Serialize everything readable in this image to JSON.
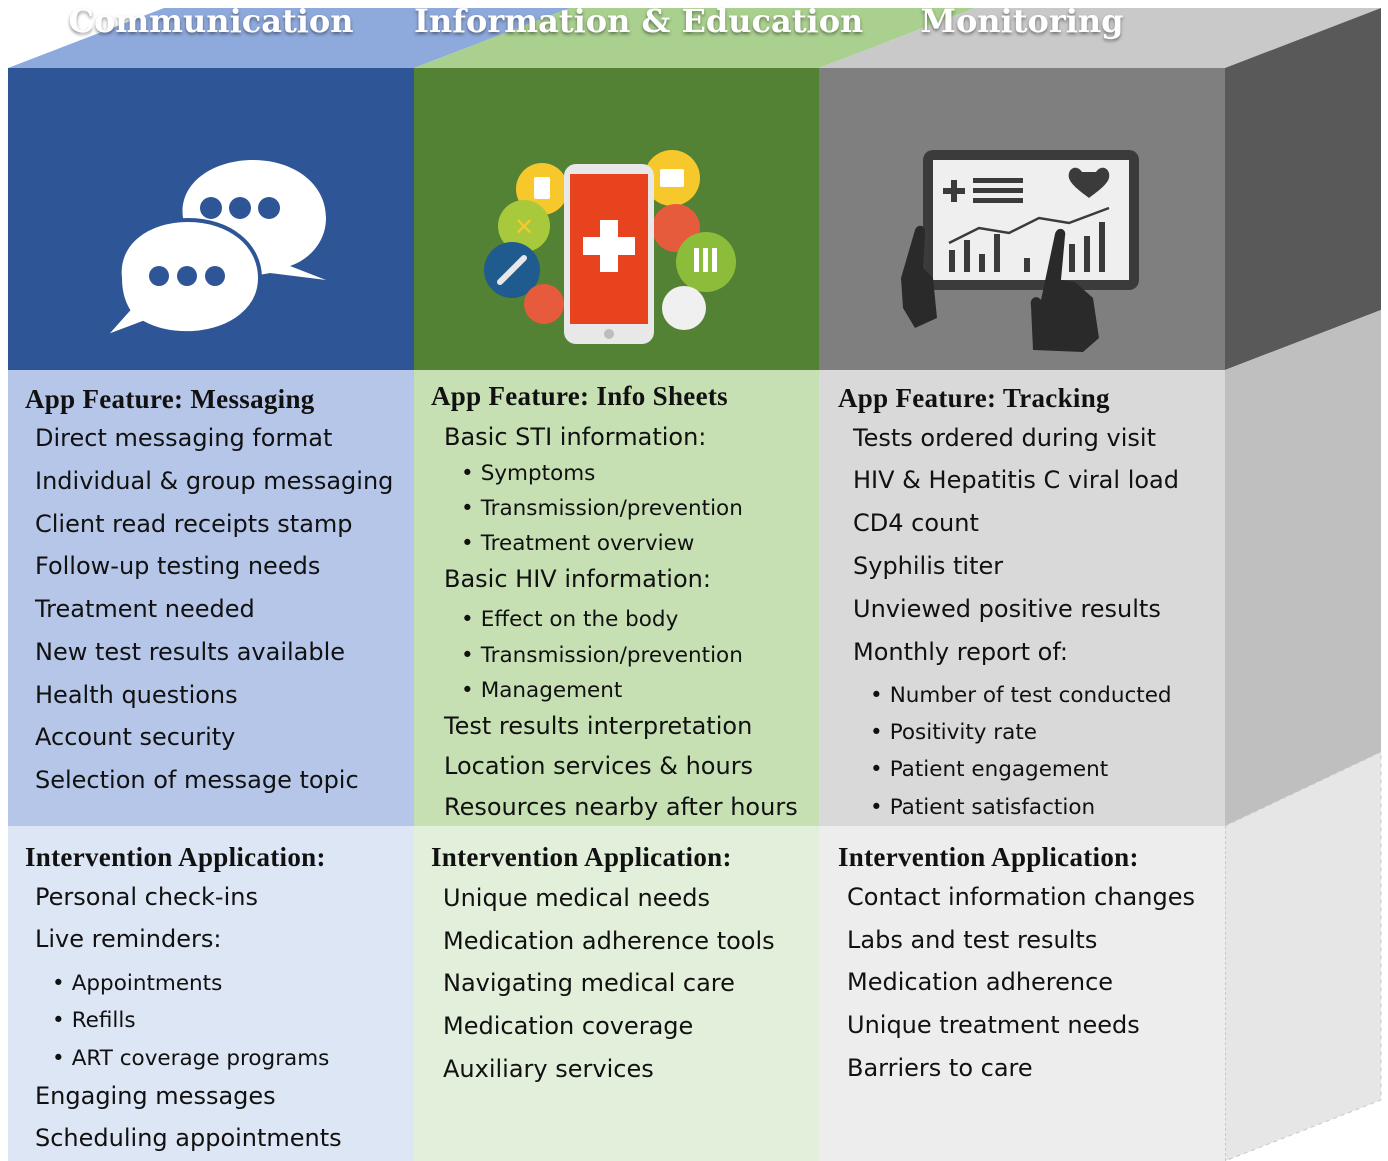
{
  "colors": {
    "communication_header": "#2e5596",
    "communication_top": "#8ea9dc",
    "communication_feature_bg": "#b6c6e8",
    "communication_intervention_bg": "#dde6f5",
    "education_header": "#548235",
    "education_top": "#a9d08e",
    "education_feature_bg": "#c6e0b4",
    "education_intervention_bg": "#e2efda",
    "monitoring_header": "#7f7f7f",
    "monitoring_top": "#c9c9c9",
    "monitoring_feature_bg": "#d9d9d9",
    "monitoring_intervention_bg": "#ededed",
    "side_dark": "#595959",
    "side_mid": "#bfbfbf"
  },
  "columns": {
    "communication": {
      "title": "Communication",
      "icon": "speech-bubbles-icon",
      "feature_title": "App Feature: Messaging",
      "feature_items": [
        {
          "text": "Direct messaging format",
          "sub": false
        },
        {
          "text": "Individual & group messaging",
          "sub": false
        },
        {
          "text": "Client read receipts stamp",
          "sub": false
        },
        {
          "text": "Follow-up testing needs",
          "sub": false
        },
        {
          "text": "Treatment needed",
          "sub": false
        },
        {
          "text": "New test results available",
          "sub": false
        },
        {
          "text": "Health questions",
          "sub": false
        },
        {
          "text": "Account security",
          "sub": false
        },
        {
          "text": "Selection of message topic",
          "sub": false
        }
      ],
      "intervention_title": "Intervention Application:",
      "intervention_items": [
        {
          "text": "Personal check-ins",
          "sub": false
        },
        {
          "text": "Live reminders:",
          "sub": false
        },
        {
          "text": "Appointments",
          "sub": true
        },
        {
          "text": "Refills",
          "sub": true
        },
        {
          "text": "ART coverage programs",
          "sub": true
        },
        {
          "text": "Engaging messages",
          "sub": false
        },
        {
          "text": "Scheduling appointments",
          "sub": false
        }
      ]
    },
    "education": {
      "title": "Information & Education",
      "icon": "medical-phone-icon",
      "feature_title": "App Feature: Info Sheets",
      "feature_items": [
        {
          "text": "Basic STI information:",
          "sub": false
        },
        {
          "text": "Symptoms",
          "sub": true
        },
        {
          "text": "Transmission/prevention",
          "sub": true
        },
        {
          "text": "Treatment overview",
          "sub": true
        },
        {
          "text": "Basic HIV information:",
          "sub": false
        },
        {
          "text": "Effect on the body",
          "sub": true
        },
        {
          "text": "Transmission/prevention",
          "sub": true
        },
        {
          "text": "Management",
          "sub": true
        },
        {
          "text": "Test results interpretation",
          "sub": false
        },
        {
          "text": "Location services & hours",
          "sub": false
        },
        {
          "text": "Resources nearby after hours",
          "sub": false
        }
      ],
      "intervention_title": "Intervention Application:",
      "intervention_items": [
        {
          "text": "Unique medical needs",
          "sub": false
        },
        {
          "text": "Medication adherence tools",
          "sub": false
        },
        {
          "text": "Navigating medical care",
          "sub": false
        },
        {
          "text": "Medication coverage",
          "sub": false
        },
        {
          "text": "Auxiliary services",
          "sub": false
        }
      ]
    },
    "monitoring": {
      "title": "Monitoring",
      "icon": "tablet-dashboard-icon",
      "feature_title": "App Feature: Tracking",
      "feature_items": [
        {
          "text": "Tests ordered during visit",
          "sub": false
        },
        {
          "text": "HIV & Hepatitis C viral load",
          "sub": false
        },
        {
          "text": "CD4 count",
          "sub": false
        },
        {
          "text": "Syphilis titer",
          "sub": false
        },
        {
          "text": "Unviewed positive results",
          "sub": false
        },
        {
          "text": "Monthly report of:",
          "sub": false
        },
        {
          "text": "Number of test conducted",
          "sub": true
        },
        {
          "text": "Positivity rate",
          "sub": true
        },
        {
          "text": "Patient engagement",
          "sub": true
        },
        {
          "text": "Patient satisfaction",
          "sub": true
        }
      ],
      "intervention_title": "Intervention Application:",
      "intervention_items": [
        {
          "text": "Contact information changes",
          "sub": false
        },
        {
          "text": "Labs and test results",
          "sub": false
        },
        {
          "text": "Medication adherence",
          "sub": false
        },
        {
          "text": "Unique treatment needs",
          "sub": false
        },
        {
          "text": "Barriers to care",
          "sub": false
        }
      ]
    }
  }
}
